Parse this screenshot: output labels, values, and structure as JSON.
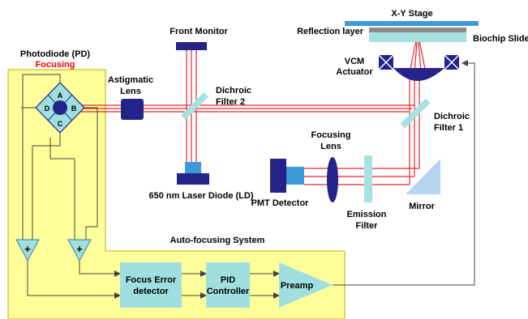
{
  "labels": {
    "xy_stage": "X-Y Stage",
    "reflection_layer": "Reflection layer",
    "biochip_slide": "Biochip Slide",
    "front_monitor": "Front Monitor",
    "photodiode": "Photodiode (PD)",
    "focusing_pd": "Focusing",
    "quadrant_a": "A",
    "quadrant_b": "B",
    "quadrant_c": "C",
    "quadrant_d": "D",
    "astigmatic_line1": "Astigmatic",
    "astigmatic_line2": "Lens",
    "dichroic2_line1": "Dichroic",
    "dichroic2_line2": "Filter 2",
    "vcm_line1": "VCM",
    "vcm_line2": "Actuator",
    "dichroic1_line1": "Dichroic",
    "dichroic1_line2": "Filter 1",
    "focusing_lens_line1": "Focusing",
    "focusing_lens_line2": "Lens",
    "laser_diode": "650 nm Laser Diode (LD)",
    "pmt_detector": "PMT Detector",
    "emission_line1": "Emission",
    "emission_line2": "Filter",
    "mirror": "Mirror",
    "auto_focusing_system": "Auto-focusing System",
    "sum1": "+",
    "sum2": "+",
    "focus_error_line1": "Focus Error",
    "focus_error_line2": "detector",
    "pid_line1": "PID",
    "pid_line2": "Controller",
    "preamp": "Preamp"
  },
  "colors": {
    "beam": "#e8262b",
    "component_navy": "#23238a",
    "filter_cyan": "#a6e2e2",
    "panel_yellow": "#ffff99",
    "block_teal": "#9fdfdf",
    "stage_blue": "#3d9ad9",
    "reflection_gray": "#8a8a8a",
    "wire": "#444444",
    "focusing_text": "#ff0000"
  }
}
